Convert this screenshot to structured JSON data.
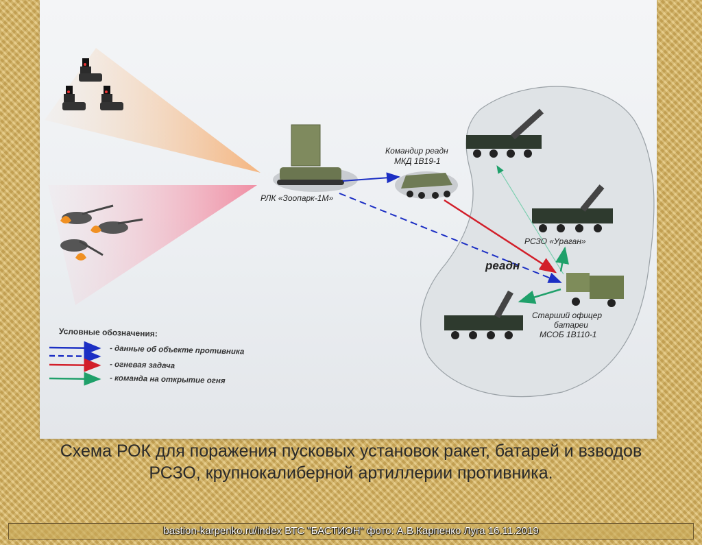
{
  "diagram": {
    "labels": {
      "radar": "РЛК «Зоопарк-1М»",
      "commander_line1": "Командир реадн",
      "commander_line2": "МКД 1В19-1",
      "mlrs": "РСЗО «Ураган»",
      "reaDN": "реадн",
      "officer_line1": "Старший офицер",
      "officer_line2": "батареи",
      "officer_line3": "МСОБ 1В110-1"
    },
    "legend": {
      "title": "Условные обозначения:",
      "items": [
        {
          "text": "- данные об объекте противника",
          "color": "#1c2fc4"
        },
        {
          "text": "- огневая задача",
          "color": "#d21f2a"
        },
        {
          "text": "- команда на открытие огня",
          "color": "#1fa06a"
        }
      ]
    },
    "colors": {
      "blue": "#1c2fc4",
      "red": "#d21f2a",
      "green": "#1fa06a"
    }
  },
  "caption": {
    "line1": "Схема РОК для поражения пусковых установок ракет, батарей и взводов",
    "line2": "РСЗО, крупнокалиберной артиллерии противника."
  },
  "footer": {
    "text": "bastion-karpenko.ru/index ВТС \"БАСТИОН\" фото: А.В.Карпенко Луга 16.11.2019"
  }
}
